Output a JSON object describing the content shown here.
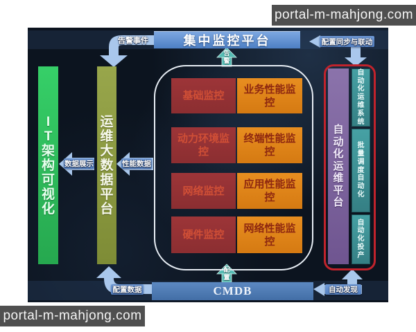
{
  "watermarks": {
    "top_right": "portal-m-mahjong.com",
    "bottom_left": "portal-m-mahjong.com"
  },
  "nodes": {
    "central_platform": "集中监控平台",
    "it_visualization": "I\nT\n架\n构\n可\n视\n化",
    "ops_bigdata": "运\n维\n大\n数\n据\n平\n台",
    "automation_platform": "自\n动\n化\n运\n维\n平\n台",
    "automation_systems": [
      "自\n动\n化\n运\n维\n系\n统",
      "批\n量\n调\n度\n自\n动\n化",
      "自\n动\n化\n投\n产"
    ],
    "monitors_basic": [
      "基础监控",
      "动力环境监控",
      "网络监控",
      "硬件监控"
    ],
    "monitors_performance": [
      "业务性能监控",
      "终端性能监控",
      "应用性能监控",
      "网络性能监控"
    ],
    "cmdb": "CMDB"
  },
  "arrows": {
    "alarm_event": "告警事件",
    "alarm_vertical": "告\n警",
    "config_sync_linkage": "配置同步与联动",
    "data_display": "数据展示",
    "performance_data": "性能数据",
    "config_data": "配置数据",
    "config_vertical": "配\n置",
    "auto_discovery": "自动发现"
  },
  "colors": {
    "diagram_background": "#0c141f",
    "central_platform_bar": "#5b8fd3",
    "green_bar": "#2dbb5c",
    "olive_bar": "#8b9941",
    "purple_bar": "#7e65a0",
    "teal_box": "#3f989c",
    "basic_monitor_box": "#953336",
    "performance_monitor_box": "#df8419",
    "cmdb_bar": "#4e7bb4",
    "arrow_blue": "#a9c7ec",
    "arrow_teal": "#55bcb4",
    "automation_outline": "#c1232c",
    "watermark_background": "#4f4f4f"
  }
}
